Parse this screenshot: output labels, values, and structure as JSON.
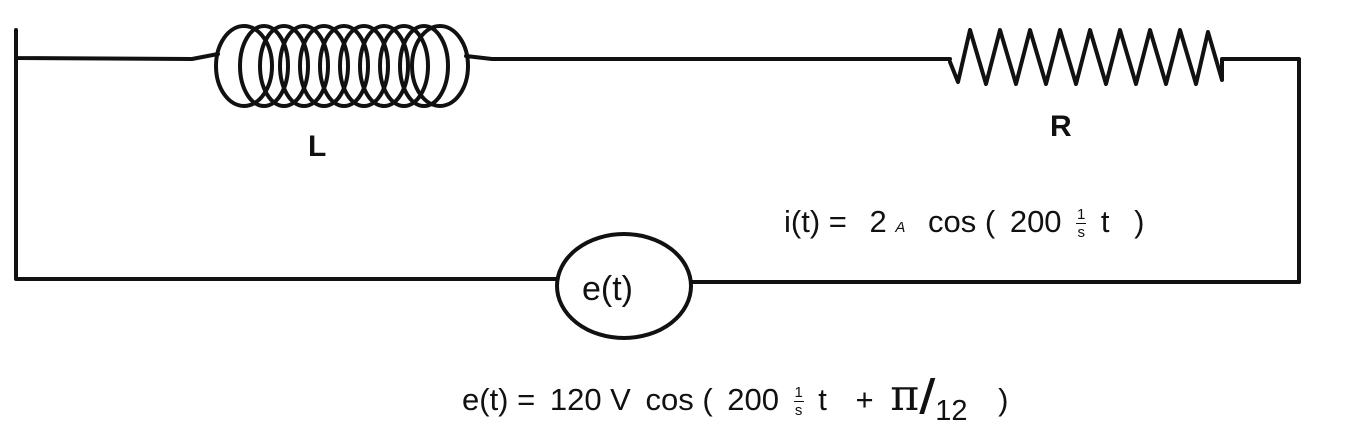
{
  "labels": {
    "inductor": "L",
    "resistor": "R",
    "source": "e(t)"
  },
  "current_eq": {
    "lhs": "i(t) =",
    "amp": "2",
    "amp_unit": "A",
    "fn": "cos (",
    "omega": "200",
    "omega_num": "1",
    "omega_den": "s",
    "var": "t",
    "close": ")"
  },
  "voltage_eq": {
    "lhs": "e(t) =",
    "amp": "120 V",
    "fn": "cos (",
    "omega": "200",
    "omega_num": "1",
    "omega_den": "s",
    "var": "t",
    "plus": "+",
    "pi": "π",
    "slash": "/",
    "den": "12",
    "close": ")"
  },
  "colors": {
    "stroke": "#111111",
    "background": "#ffffff"
  }
}
